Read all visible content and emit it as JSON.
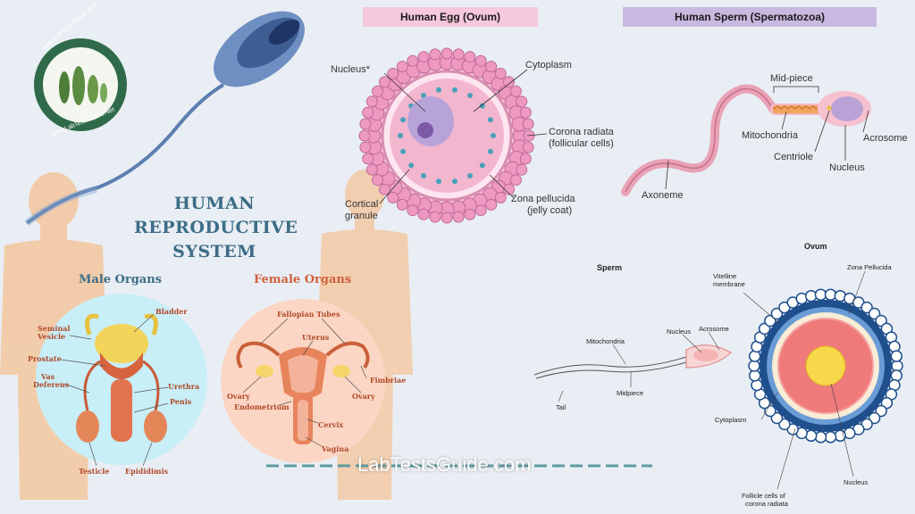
{
  "headers": {
    "egg": "Human Egg (Ovum)",
    "sperm": "Human Sperm (Spermatozoa)"
  },
  "title": {
    "line1": "HUMAN",
    "line2": "REPRODUCTIVE",
    "line3": "SYSTEM"
  },
  "egg_labels": {
    "nucleus": "Nucleus*",
    "cytoplasm": "Cytoplasm",
    "corona1": "Corona radiata",
    "corona2": "(follicular cells)",
    "cortical1": "Cortical",
    "cortical2": "granule",
    "zona1": "Zona pellucida",
    "zona2": "(jelly coat)"
  },
  "sperm_labels": {
    "midpiece": "Mid-piece",
    "mitochondria": "Mitochondria",
    "centriole": "Centriole",
    "nucleus": "Nucleus",
    "acrosome": "Acrosome",
    "axoneme": "Axoneme"
  },
  "small_diagram": {
    "sperm_title": "Sperm",
    "ovum_title": "Ovum",
    "mitochondria": "Mitochondria",
    "nucleus": "Nucleus",
    "acrosome": "Acrosome",
    "midpiece": "Midpiece",
    "tail": "Tail",
    "vitelline1": "Vitelline",
    "vitelline2": "membrane",
    "zona": "Zona Pellucida",
    "cytoplasm": "Cytoplasm",
    "ovum_nucleus": "Nucleus",
    "follicle1": "Follicle cells of",
    "follicle2": "corona radiata"
  },
  "male": {
    "heading": "Male Organs",
    "bladder": "Bladder",
    "seminal1": "Seminal",
    "seminal2": "Vesicle",
    "prostate": "Prostate",
    "vas1": "Vas",
    "vas2": "Deferens",
    "urethra": "Urethra",
    "penis": "Penis",
    "testicle": "Testicle",
    "epididimis": "Epididimis"
  },
  "female": {
    "heading": "Female Organs",
    "fallopian": "Fallopian Tubes",
    "uterus": "Uterus",
    "fimbriae": "Fimbriae",
    "ovary_left": "Ovary",
    "ovary_right": "Ovary",
    "endometrium": "Endometrium",
    "cervix": "Cervix",
    "vagina": "Vagina"
  },
  "logo": {
    "top": "www.LabTestsGuide.com",
    "bottom": "www.LabTestsGuide.Net"
  },
  "watermark": "LabTestsGuide.com",
  "colors": {
    "egg_header": "#f6c8dc",
    "sperm_header": "#c9b8e0",
    "title": "#3c6d86",
    "organ_label": "#b04a2a"
  }
}
